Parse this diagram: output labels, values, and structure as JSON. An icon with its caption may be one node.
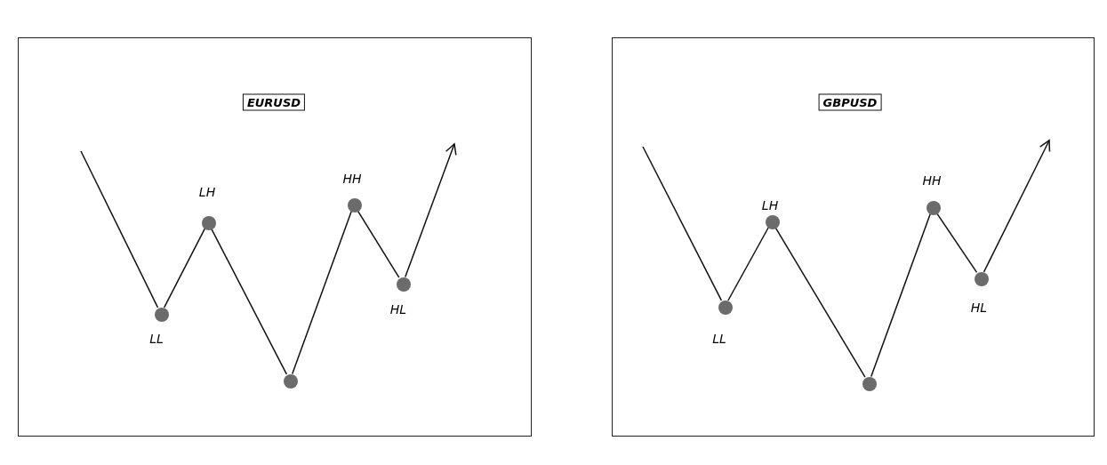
{
  "diagram": {
    "nodes": [
      {
        "text": [
          "EURUSD"
        ]
      },
      {
        "text": [],
        "shape": "circle",
        "in": 0,
        "beside": [
          "LL"
        ]
      },
      {
        "text": [],
        "shape": "circle",
        "in": 0,
        "beside": [
          "LH"
        ]
      },
      {
        "text": [],
        "shape": "circle",
        "in": 0
      },
      {
        "text": [],
        "shape": "circle",
        "in": 0,
        "beside": [
          "HH"
        ]
      },
      {
        "text": [],
        "shape": "circle",
        "in": 0,
        "beside": [
          "HL"
        ]
      },
      {
        "text": [
          "GBPUSD"
        ]
      },
      {
        "text": [],
        "shape": "circle",
        "in": 6,
        "beside": [
          "LL"
        ]
      },
      {
        "text": [],
        "shape": "circle",
        "in": 6,
        "beside": [
          "LH"
        ]
      },
      {
        "text": [],
        "shape": "circle",
        "in": 6
      },
      {
        "text": [],
        "shape": "circle",
        "in": 6,
        "beside": [
          "HH"
        ]
      },
      {
        "text": [],
        "shape": "circle",
        "in": 6,
        "beside": [
          "HL"
        ]
      }
    ],
    "edges": [
      {
        "from": null,
        "to": 1,
        "arrow": "none"
      },
      {
        "from": 1,
        "to": 2,
        "arrow": "none"
      },
      {
        "from": 2,
        "to": 3,
        "arrow": "none"
      },
      {
        "from": 3,
        "to": 4,
        "arrow": "none"
      },
      {
        "from": 4,
        "to": 5,
        "arrow": "none"
      },
      {
        "from": 5,
        "to": null,
        "arrow": "to"
      },
      {
        "from": null,
        "to": 7,
        "arrow": "none"
      },
      {
        "from": 7,
        "to": 8,
        "arrow": "none"
      },
      {
        "from": 8,
        "to": 9,
        "arrow": "none"
      },
      {
        "from": 9,
        "to": 10,
        "arrow": "none"
      },
      {
        "from": 10,
        "to": 11,
        "arrow": "none"
      },
      {
        "from": 11,
        "to": null,
        "arrow": "to"
      }
    ]
  }
}
